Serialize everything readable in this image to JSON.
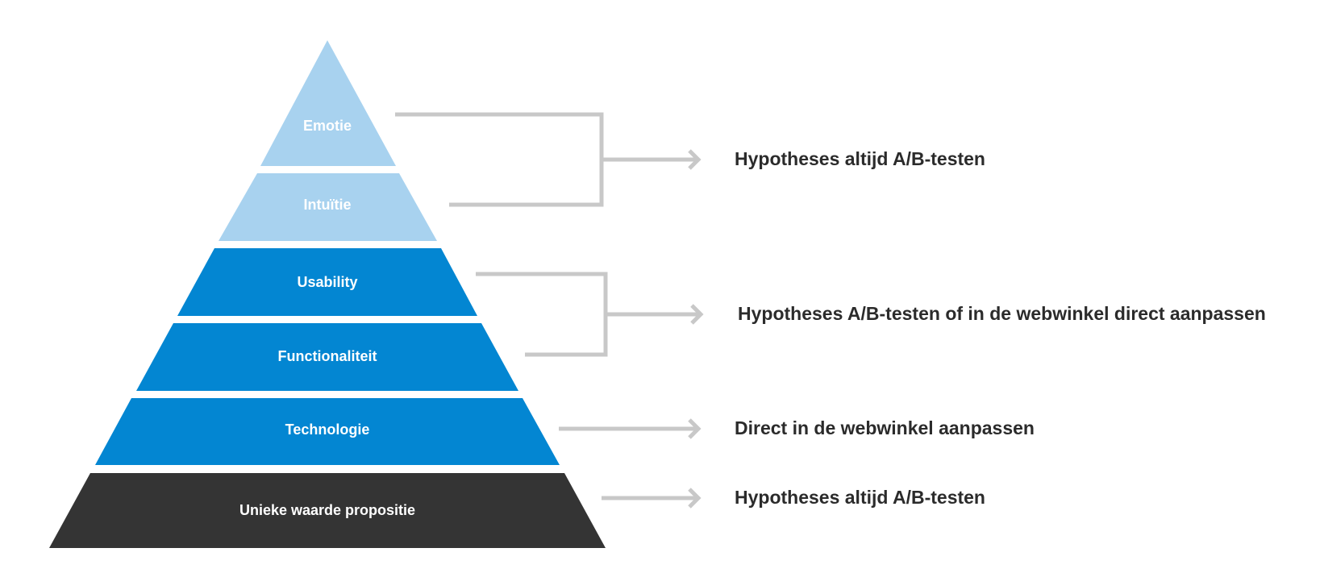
{
  "colors": {
    "light_blue": "#a8d2ef",
    "blue": "#0386d2",
    "dark": "#343434",
    "connector": "#c8c8c8",
    "text": "#2b2b2b",
    "label_text": "#ffffff"
  },
  "pyramid": {
    "layers": [
      {
        "label": "Emotie",
        "color": "light_blue"
      },
      {
        "label": "Intuïtie",
        "color": "light_blue"
      },
      {
        "label": "Usability",
        "color": "blue"
      },
      {
        "label": "Functionaliteit",
        "color": "blue"
      },
      {
        "label": "Technologie",
        "color": "blue"
      },
      {
        "label": "Unieke waarde propositie",
        "color": "dark"
      }
    ]
  },
  "outcomes": [
    {
      "text": "Hypotheses altijd A/B-testen",
      "layers": [
        "Emotie",
        "Intuïtie"
      ]
    },
    {
      "text": "Hypotheses A/B-testen of in de webwinkel direct aanpassen",
      "layers": [
        "Usability",
        "Functionaliteit"
      ]
    },
    {
      "text": "Direct in de webwinkel aanpassen",
      "layers": [
        "Technologie"
      ]
    },
    {
      "text": "Hypotheses altijd A/B-testen",
      "layers": [
        "Unieke waarde propositie"
      ]
    }
  ]
}
